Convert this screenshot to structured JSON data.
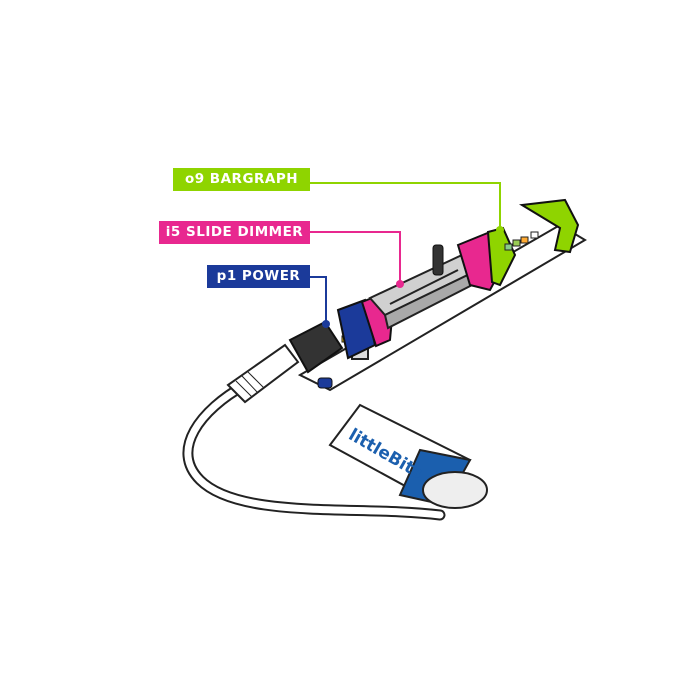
{
  "labels": {
    "bargraph": "o9 BARGRAPH",
    "slide_dimmer": "i5 SLIDE DIMMER",
    "power": "p1 POWER"
  },
  "battery_brand": "littleBits",
  "colors": {
    "bargraph": "#8fd400",
    "slide_dimmer": "#e8288f",
    "power": "#1b3a9a",
    "outline": "#1a1a1a"
  }
}
